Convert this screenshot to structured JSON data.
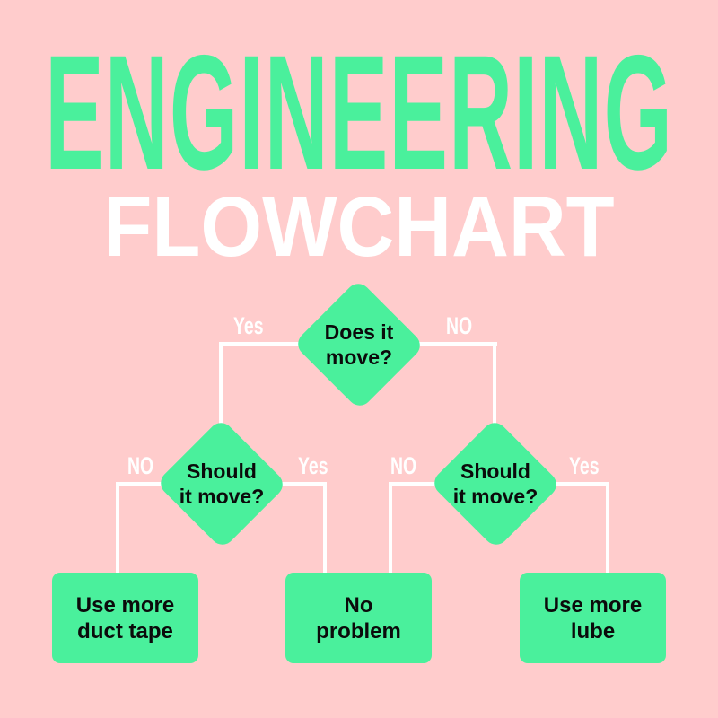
{
  "title": {
    "main": "ENGINEERING",
    "sub": "FLOWCHART"
  },
  "colors": {
    "background": "#FFCCCC",
    "accent_green": "#4AF09C",
    "line": "#FFFFFF",
    "node_text": "#0B0B0B"
  },
  "flowchart": {
    "root": {
      "line1": "Does it",
      "line2": "move?",
      "left_label": "Yes",
      "right_label": "NO"
    },
    "left_decision": {
      "line1": "Should",
      "line2": "it move?",
      "left_label": "NO",
      "right_label": "Yes"
    },
    "right_decision": {
      "line1": "Should",
      "line2": "it move?",
      "left_label": "NO",
      "right_label": "Yes"
    },
    "outcomes": [
      {
        "line1": "Use more",
        "line2": "duct tape"
      },
      {
        "line1": "No",
        "line2": "problem"
      },
      {
        "line1": "Use more",
        "line2": "lube"
      }
    ]
  }
}
